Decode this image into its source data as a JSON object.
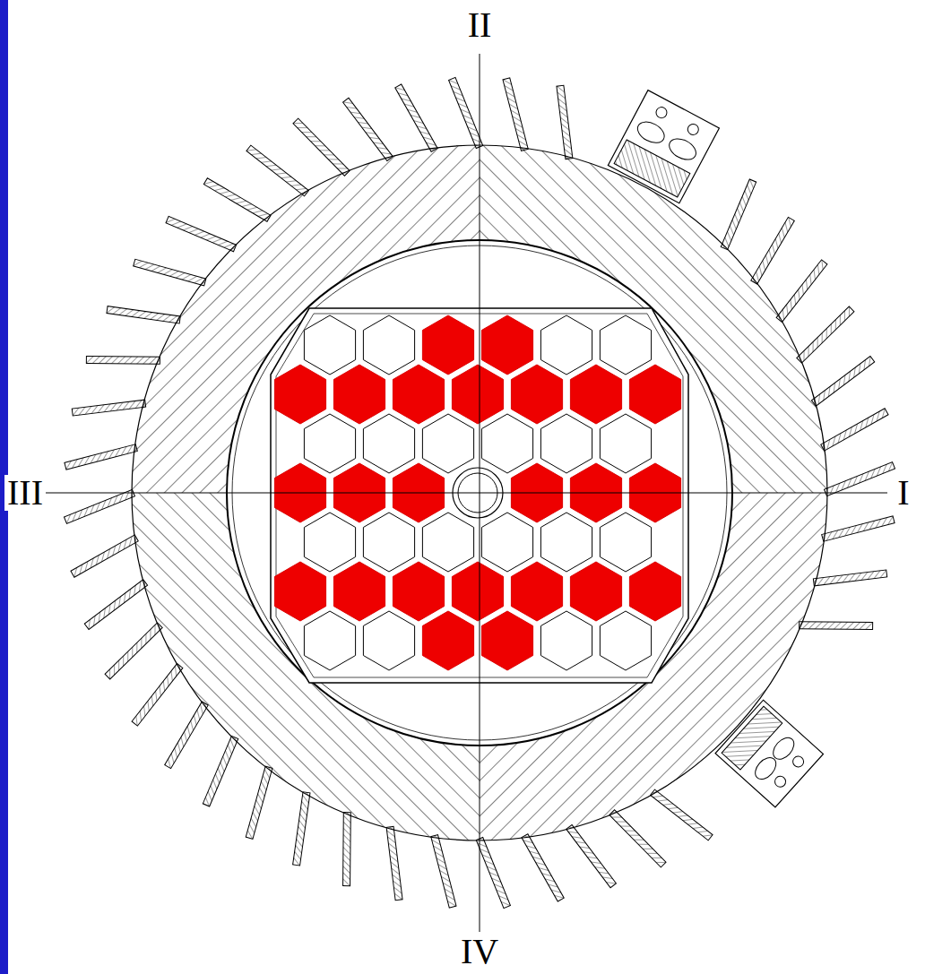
{
  "diagram": {
    "labels": [
      "II",
      "I",
      "III",
      "IV"
    ]
  }
}
